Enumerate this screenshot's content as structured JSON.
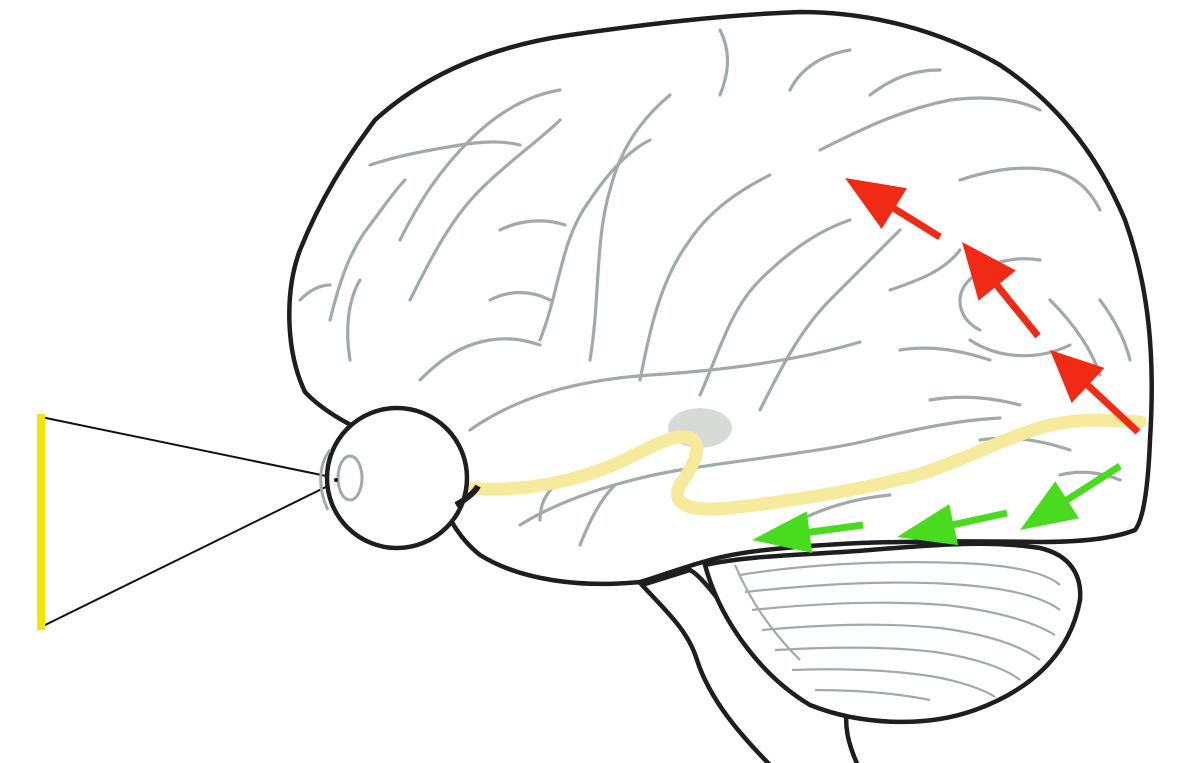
{
  "diagram": {
    "colors": {
      "background": "#ffffff",
      "outline": "#1e1e1e",
      "sulci": "#a2aaa9",
      "visual_pathway": "#f6ea9c",
      "chiasm": "#c9cfca",
      "stimulus": "#f5e400",
      "sight_lines": "#111111",
      "dorsal_stream": "#f02a14",
      "ventral_stream": "#49dc1e"
    },
    "elements": [
      "visual-stimulus-bar",
      "sight-lines",
      "eye",
      "lens",
      "brain-outline",
      "cerebellum",
      "brainstem",
      "visual-pathway",
      "dorsal-stream-arrows",
      "ventral-stream-arrows"
    ],
    "dorsal_stream_arrow_count": 3,
    "ventral_stream_arrow_count": 3
  }
}
